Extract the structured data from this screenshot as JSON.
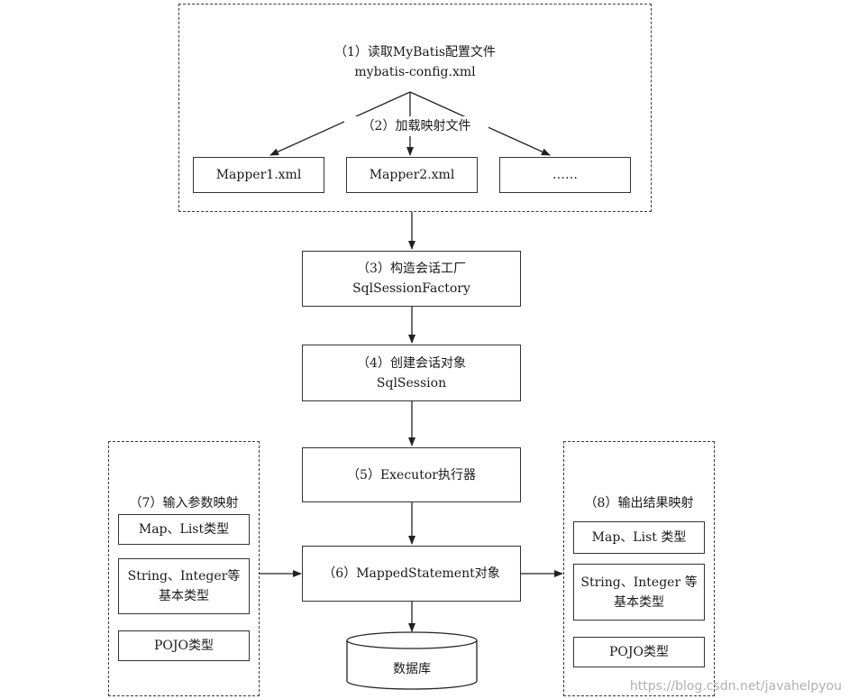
{
  "step1": {
    "title": "（1）读取MyBatis配置文件",
    "file": "mybatis-config.xml"
  },
  "step2": {
    "title": "（2）加载映射文件"
  },
  "mappers": [
    "Mapper1.xml",
    "Mapper2.xml",
    "……"
  ],
  "step3": {
    "title": "（3）构造会话工厂",
    "name": "SqlSessionFactory"
  },
  "step4": {
    "title": "（4）创建会话对象",
    "name": "SqlSession"
  },
  "step5": {
    "title": "（5）Executor执行器"
  },
  "step6": {
    "title": "（6）MappedStatement对象"
  },
  "database": {
    "label": "数据库"
  },
  "input_mapping": {
    "title": "（7）输入参数映射",
    "items": [
      {
        "line1": "Map、List类型",
        "line2": ""
      },
      {
        "line1": "String、Integer等",
        "line2": "基本类型"
      },
      {
        "line1": "POJO类型",
        "line2": ""
      }
    ]
  },
  "output_mapping": {
    "title": "（8）输出结果映射",
    "items": [
      {
        "line1": "Map、List 类型",
        "line2": ""
      },
      {
        "line1": "String、Integer 等",
        "line2": "基本类型"
      },
      {
        "line1": "POJO类型",
        "line2": ""
      }
    ]
  },
  "watermark": "https://blog.csdn.net/javahelpyou"
}
